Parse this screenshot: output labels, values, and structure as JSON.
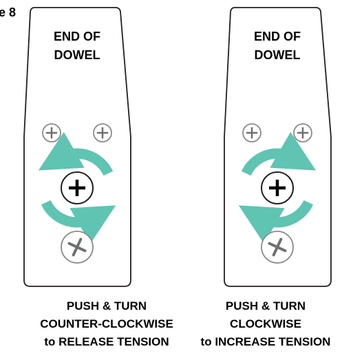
{
  "figure": {
    "label": "e 8"
  },
  "panels": [
    {
      "header_lines": [
        "END OF",
        "DOWEL"
      ],
      "direction": "counter-clockwise",
      "caption_lines": [
        "PUSH & TURN",
        "COUNTER-CLOCKWISE",
        "to RELEASE TENSION"
      ]
    },
    {
      "header_lines": [
        "END OF",
        "DOWEL"
      ],
      "direction": "clockwise",
      "caption_lines": [
        "PUSH & TURN",
        "CLOCKWISE",
        "to INCREASE TENSION"
      ]
    }
  ],
  "colors": {
    "arrow": "#5fc4b2",
    "outline": "#231f20",
    "screw_outline": "#8a8a8a",
    "screw_cross": "#6f6f6f"
  },
  "icons": [
    "dowel-end-plate",
    "rotation-arrow",
    "screw-icon",
    "knob-plus-icon"
  ]
}
